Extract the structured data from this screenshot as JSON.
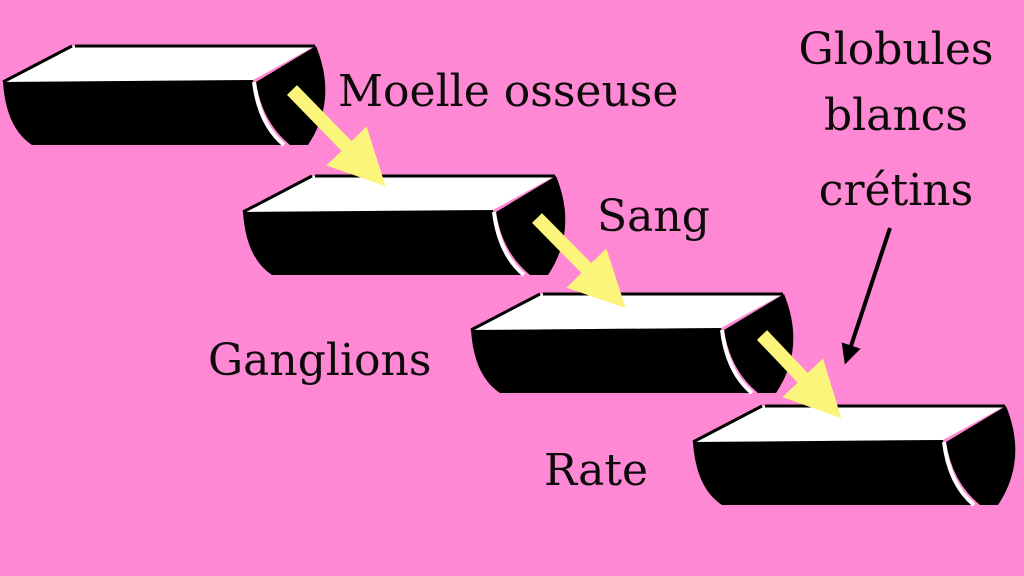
{
  "colors": {
    "background": "#ff88d4",
    "arrow": "#fbf57c",
    "block": "#000000",
    "face": "#ffffff"
  },
  "stages": [
    {
      "label": "Moelle osseuse"
    },
    {
      "label": "Sang"
    },
    {
      "label": "Ganglions"
    },
    {
      "label": "Rate"
    }
  ],
  "callout": {
    "lines": [
      "Globules",
      "blancs",
      "crétins"
    ]
  }
}
